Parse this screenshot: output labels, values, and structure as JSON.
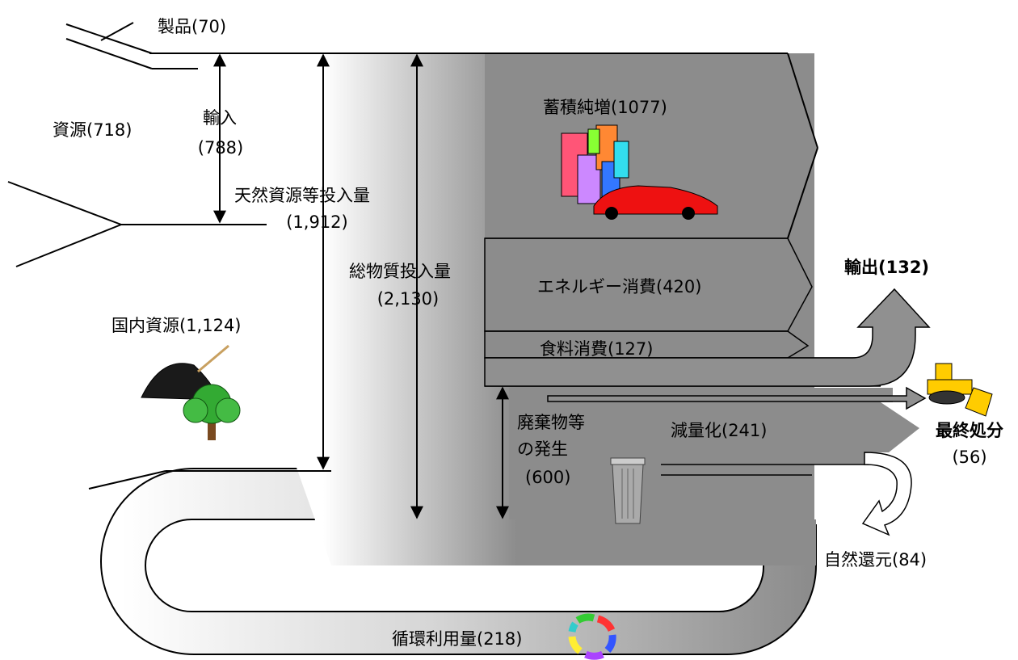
{
  "colors": {
    "flow_fill": "#8c8c8c",
    "flow_stroke": "#000000",
    "arrow_fill": "#909090",
    "background": "#ffffff"
  },
  "labels": {
    "products": "製品(70)",
    "resources": "資源(718)",
    "imports_title": "輸入",
    "imports_value": "(788)",
    "natural_input_title": "天然資源等投入量",
    "natural_input_value": "(1,912)",
    "total_input_title": "総物質投入量",
    "total_input_value": "(2,130)",
    "domestic_resources": "国内資源(1,124)",
    "accumulation": "蓄積純増(1077)",
    "energy": "エネルギー消費(420)",
    "food": "食料消費(127)",
    "exports": "輸出(132)",
    "waste_line1": "廃棄物等",
    "waste_line2": "の発生",
    "waste_value": "(600)",
    "reduction": "減量化(241)",
    "final_disposal_title": "最終処分",
    "final_disposal_value": "(56)",
    "natural_return": "自然還元(84)",
    "recycling": "循環利用量(218)"
  },
  "icons": [
    "buildings-icon",
    "car-icon",
    "coal-pile-icon",
    "tree-icon",
    "trash-can-icon",
    "bulldozer-icon",
    "recycle-icon"
  ]
}
